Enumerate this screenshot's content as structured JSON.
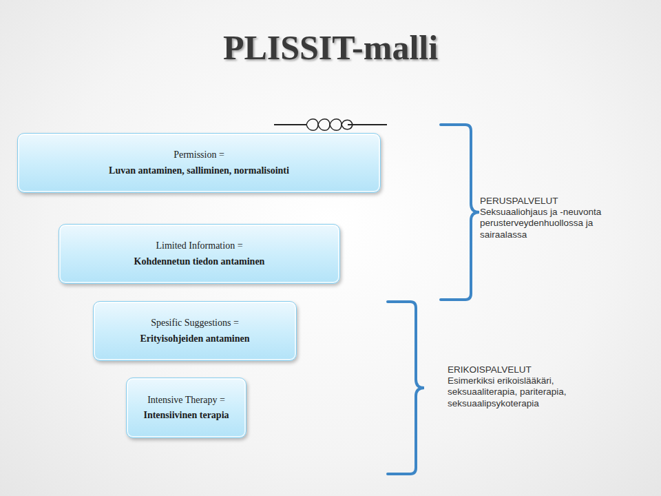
{
  "diagram": {
    "title": "PLISSIT-malli",
    "nodes": [
      {
        "text": [
          "Permission =",
          "Luvan antaminen, salliminen, normalisointi"
        ]
      },
      {
        "text": [
          "Limited Information =",
          "Kohdennetun tiedon antaminen"
        ]
      },
      {
        "text": [
          "Spesific Suggestions =",
          "Erityisohjeiden antaminen"
        ]
      },
      {
        "text": [
          "Intensive Therapy =",
          "Intensiivinen terapia"
        ]
      }
    ],
    "labels": [
      "PERUSPALVELUT",
      "Seksuaaliohjaus ja -neuvonta perusterveydenhuollossa ja sairaalassa",
      "ERIKOISPALVELUT",
      "Esimerkiksi erikoislääkäri, seksuaaliterapia, pariterapia, seksuaalipsykoterapia"
    ]
  }
}
